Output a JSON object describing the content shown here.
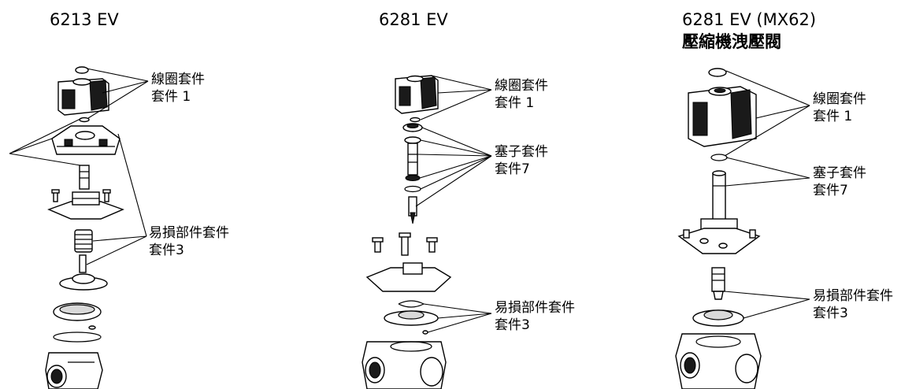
{
  "columns": [
    {
      "title": "6213 EV",
      "subtitle": "",
      "labels": [
        {
          "line1": "線圈套件",
          "line2": "套件 1"
        },
        {
          "line1": "易損部件套件",
          "line2": "套件3"
        }
      ]
    },
    {
      "title": "6281 EV",
      "subtitle": "",
      "labels": [
        {
          "line1": "線圈套件",
          "line2": "套件 1"
        },
        {
          "line1": "塞子套件",
          "line2": "套件7"
        },
        {
          "line1": "易損部件套件",
          "line2": "套件3"
        }
      ]
    },
    {
      "title": "6281 EV (MX62)",
      "subtitle": "壓縮機洩壓閥",
      "labels": [
        {
          "line1": "線圈套件",
          "line2": "套件 1"
        },
        {
          "line1": "塞子套件",
          "line2": "套件7"
        },
        {
          "line1": "易損部件套件",
          "line2": "套件3"
        }
      ]
    }
  ]
}
